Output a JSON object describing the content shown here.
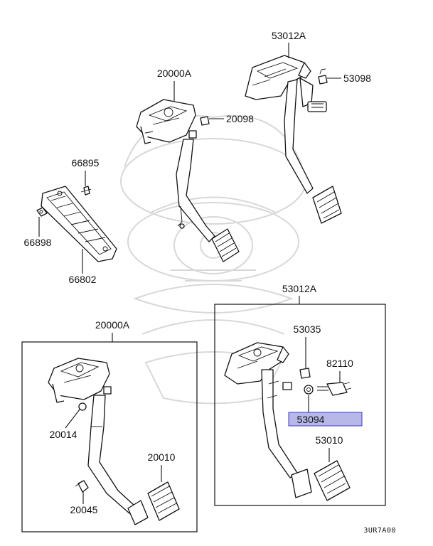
{
  "diagram": {
    "labels": {
      "top_clutch_pedal": "53012A",
      "top_clutch_bolt": "53098",
      "top_brake_pedal": "20000A",
      "top_brake_bolt": "20098",
      "pad_screw": "66895",
      "pad_clip": "66898",
      "pad": "66802",
      "lower_clutch_pedal": "53012A",
      "lower_brake_pedal": "20000A",
      "stopper": "53035",
      "switch": "82110",
      "bushing": "53094",
      "clutch_pad": "53010",
      "brake_clip": "20014",
      "brake_pad": "20010",
      "brake_pin": "20045",
      "diagram_code": "3UR7A00"
    },
    "highlight_color": "#b7b7e8",
    "highlight_border": "#3c3cc8"
  }
}
